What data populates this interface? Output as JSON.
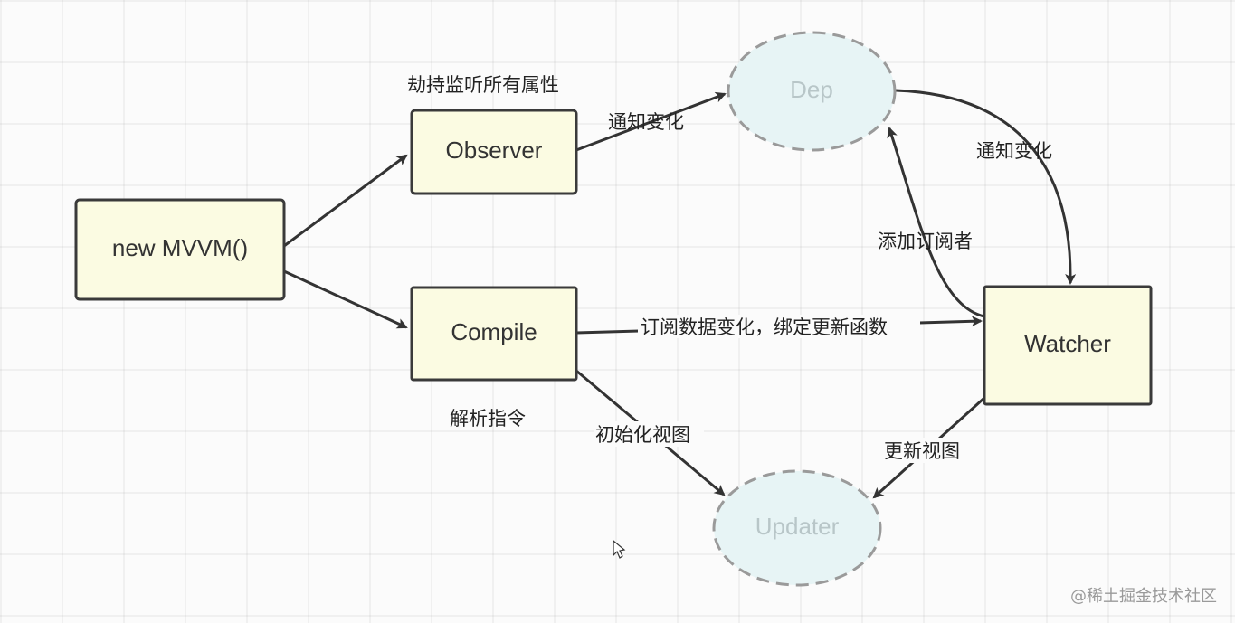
{
  "nodes": {
    "mvvm": "new MVVM()",
    "observer": "Observer",
    "compile": "Compile",
    "dep": "Dep",
    "watcher": "Watcher",
    "updater": "Updater"
  },
  "annotations": {
    "observer_caption": "劫持监听所有属性",
    "compile_caption": "解析指令"
  },
  "edges": {
    "observer_to_dep": "通知变化",
    "dep_to_watcher": "通知变化",
    "watcher_to_dep": "添加订阅者",
    "compile_to_watcher": "订阅数据变化，绑定更新函数",
    "compile_to_updater": "初始化视图",
    "watcher_to_updater": "更新视图"
  },
  "watermark": "@稀土掘金技术社区",
  "colors": {
    "box_fill": "#fbfbe2",
    "box_stroke": "#3a3a3a",
    "ellipse_fill": "#e7f4f5",
    "ellipse_stroke": "#9a9a9a"
  }
}
